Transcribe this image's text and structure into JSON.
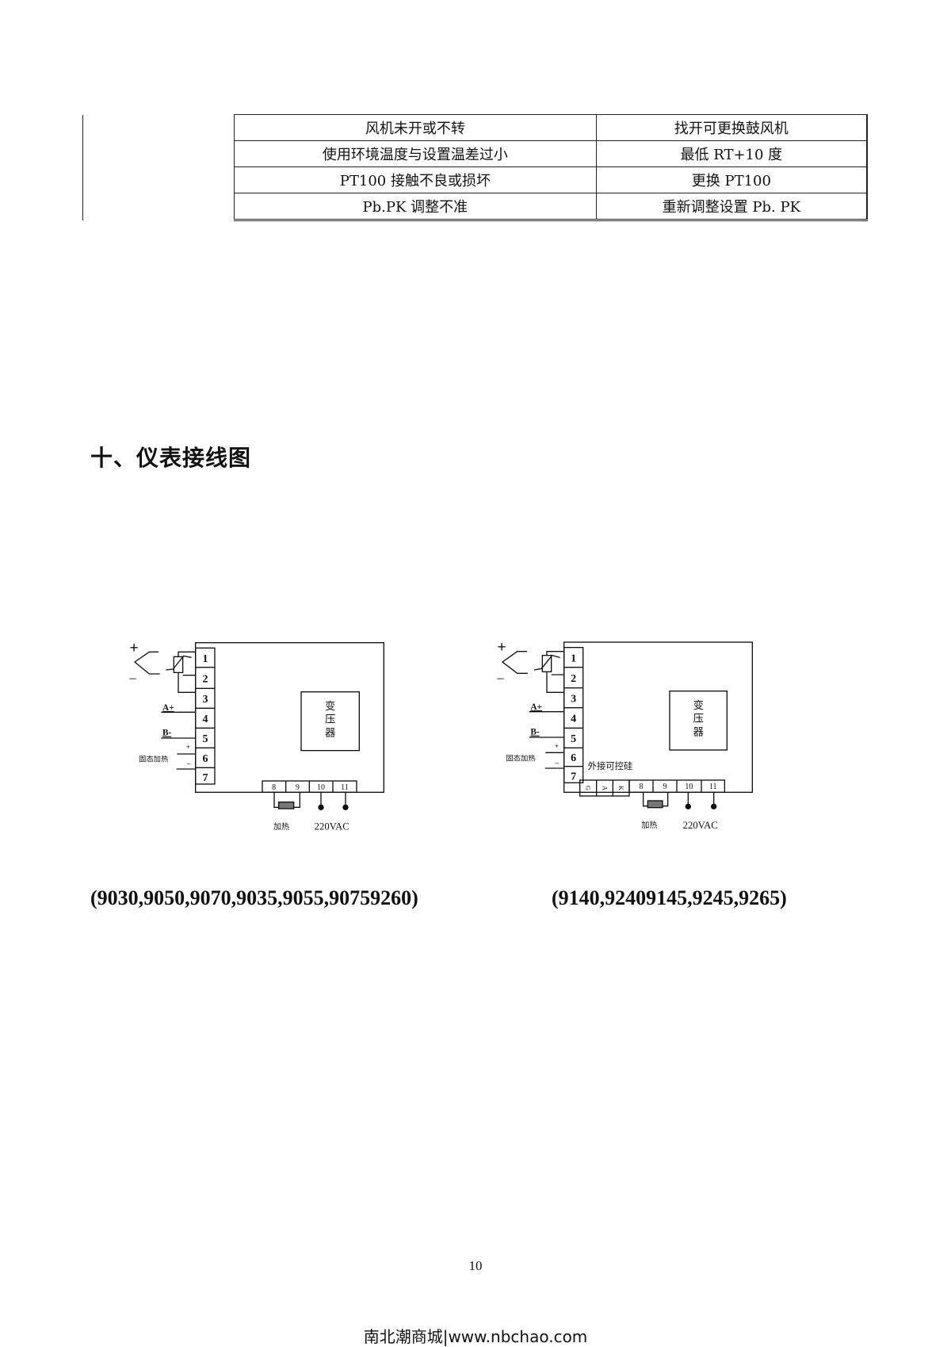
{
  "table": {
    "rows": [
      {
        "cause": "风机未开或不转",
        "solution": "找开可更换鼓风机"
      },
      {
        "cause": "使用环境温度与设置温差过小",
        "solution": "最低 RT+10 度"
      },
      {
        "cause": "PT100 接触不良或损坏",
        "solution": "更换 PT100"
      },
      {
        "cause": "Pb.PK 调整不准",
        "solution": "重新调整设置 Pb. PK"
      }
    ]
  },
  "section_title": "十、仪表接线图",
  "diagrams": [
    {
      "plus": "+",
      "minus": "–",
      "terminals": [
        "1",
        "2",
        "3",
        "4",
        "5",
        "6",
        "7"
      ],
      "a_plus": "A+",
      "b_minus": "B-",
      "ssr_plus": "+",
      "ssr_minus": "–",
      "ssr_label": "固态加热",
      "transformer": [
        "变",
        "压",
        "器"
      ],
      "bottom_terminals": [
        "8",
        "9",
        "10",
        "11"
      ],
      "heater_label": "加热",
      "power_label": "220VAC",
      "caption": "(9030,9050,9070,9035,9055,90759260)"
    },
    {
      "plus": "+",
      "minus": "–",
      "terminals": [
        "1",
        "2",
        "3",
        "4",
        "5",
        "6",
        "7"
      ],
      "a_plus": "A+",
      "b_minus": "B-",
      "ssr_plus": "+",
      "ssr_minus": "–",
      "ssr_label": "固态加热",
      "scr_label": "外接可控硅",
      "scr_terminals": [
        "G",
        "A",
        "K"
      ],
      "transformer": [
        "变",
        "压",
        "器"
      ],
      "bottom_terminals": [
        "8",
        "9",
        "10",
        "11"
      ],
      "heater_label": "加热",
      "power_label": "220VAC",
      "caption": "(9140,92409145,9245,9265)"
    }
  ],
  "page_number": "10",
  "footer": "南北潮商城|www.nbchao.com"
}
